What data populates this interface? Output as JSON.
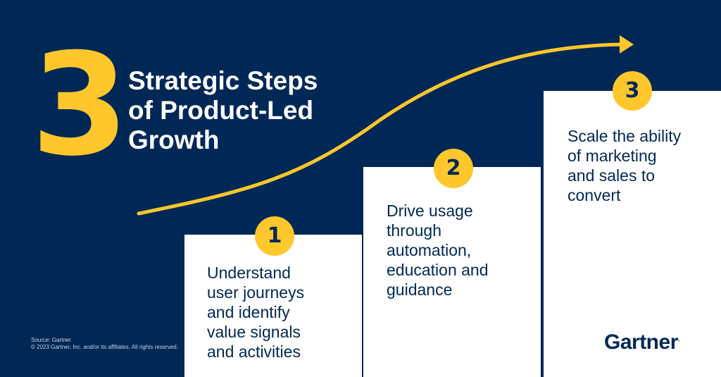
{
  "headline": {
    "number": "3",
    "lines": [
      "Strategic Steps",
      "of Product-Led",
      "Growth"
    ]
  },
  "steps": [
    {
      "number": "1",
      "lines": [
        "Understand",
        "user journeys",
        "and identify",
        "value signals",
        "and activities"
      ]
    },
    {
      "number": "2",
      "lines": [
        "Drive usage",
        "through",
        "automation,",
        "education and",
        "guidance"
      ]
    },
    {
      "number": "3",
      "lines": [
        "Scale the ability",
        "of marketing",
        "and sales to",
        "convert"
      ]
    }
  ],
  "footer": {
    "source": "Source: Gartner",
    "copyright": "© 2023 Gartner, Inc. and/or its affiliates. All rights reserved."
  },
  "logo": {
    "text": "Gartner",
    "mark": "."
  },
  "colors": {
    "background": "#002856",
    "accent": "#FFC72C",
    "card": "#FFFFFF",
    "text_dark": "#002856"
  }
}
